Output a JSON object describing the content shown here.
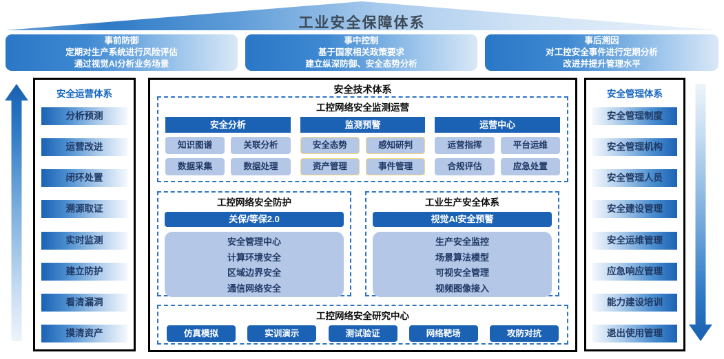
{
  "title": "工业安全保障体系",
  "banners": [
    {
      "title": "事前防御",
      "line1": "定期对生产系统进行风险评估",
      "line2": "通过视觉AI分析业务场景"
    },
    {
      "title": "事中控制",
      "line1": "基于国家相关政策要求",
      "line2": "建立纵深防御、安全态势分析"
    },
    {
      "title": "事后溯因",
      "line1": "对工控安全事件进行定期分析",
      "line2": "改进并提升管理水平"
    }
  ],
  "left_panel": {
    "title": "安全运营体系",
    "items": [
      "分析预测",
      "运营改进",
      "闭环处置",
      "溯源取证",
      "实时监测",
      "建立防护",
      "看清漏洞",
      "摸清资产"
    ]
  },
  "right_panel": {
    "title": "安全管理体系",
    "items": [
      "安全管理制度",
      "安全管理机构",
      "安全管理人员",
      "安全建设管理",
      "安全运维管理",
      "应急响应管理",
      "能力建设培训",
      "退出使用管理"
    ]
  },
  "center_panel": {
    "title": "安全技术体系",
    "monitoring": {
      "title": "工控网络安全监测运营",
      "groups": [
        {
          "header": "安全分析",
          "chips": [
            "知识图谱",
            "关联分析",
            "数据采集",
            "数据处理"
          ]
        },
        {
          "header": "监测预警",
          "chips": [
            "安全态势",
            "感知研判",
            "资产管理",
            "事件管理"
          ]
        },
        {
          "header": "运营中心",
          "chips": [
            "运营指挥",
            "平台运维",
            "合规评估",
            "应急处置"
          ]
        }
      ]
    },
    "protection": {
      "title": "工控网络安全防护",
      "header": "关保/等保2.0",
      "items": [
        "安全管理中心",
        "计算环境安全",
        "区域边界安全",
        "通信网络安全"
      ]
    },
    "production": {
      "title": "工业生产安全体系",
      "header": "视觉AI安全预警",
      "items": [
        "生产安全监控",
        "场景算法模型",
        "可视安全管理",
        "视频图像接入"
      ]
    },
    "research": {
      "title": "工控网络安全研究中心",
      "buttons": [
        "仿真模拟",
        "实训演示",
        "测试验证",
        "网络靶场",
        "攻防对抗"
      ]
    }
  },
  "colors": {
    "solid_blue": "#1b62b5",
    "chip_blue": "#b4c7e7",
    "navy_text": "#1f3864",
    "dashed_border": "#2e74c4",
    "side_title_blue": "#1565c0",
    "highlight_chip_border": "#f5d87a",
    "roof_title_gray": "#3d4a57"
  }
}
